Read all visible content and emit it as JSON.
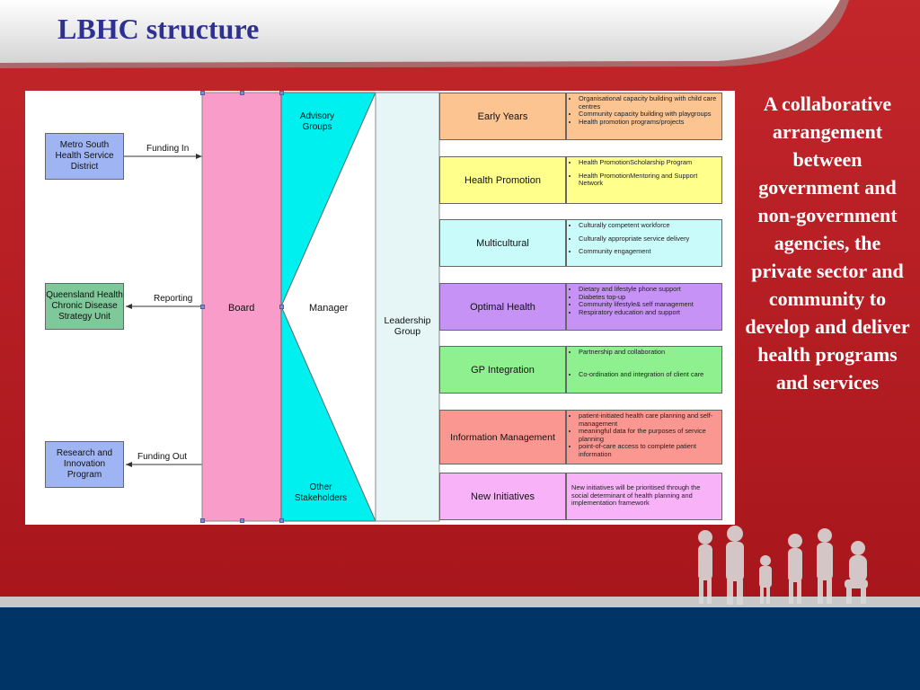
{
  "title": "LBHC structure",
  "side_text": "A collaborative arrangement between government and non-government agencies, the private sector and community to develop and deliver health programs and services",
  "colors": {
    "title": "#2e3192",
    "background_red": "#b71c22",
    "footer_blue": "#003366",
    "board": "#f99cc9",
    "manager_cyan": "#00f0f0"
  },
  "diagram": {
    "external": [
      {
        "label": "Metro South Health Service District",
        "arrow": "Funding In"
      },
      {
        "label": "Queensland Health Chronic Disease Strategy Unit",
        "arrow": "Reporting"
      },
      {
        "label": "Research and Innovation Program",
        "arrow": "Funding Out"
      }
    ],
    "board": "Board",
    "advisory": "Advisory Groups",
    "manager": "Manager",
    "other_stakeholders": "Other Stakeholders",
    "leadership": "Leadership Group",
    "programs": [
      {
        "name": "Early Years",
        "color": "#fbc491",
        "items": [
          "Organisational capacity building with child care centres",
          "Community capacity building with playgroups",
          "Health promotion programs/projects"
        ]
      },
      {
        "name": "Health Promotion",
        "color": "#ffff8c",
        "items": [
          "Health PromotionScholarship Program",
          "Health PromotionMentoring and Support Network"
        ]
      },
      {
        "name": "Multicultural",
        "color": "#c9fbfb",
        "items": [
          "Culturally competent workforce",
          "Culturally appropriate service delivery",
          "Community engagement"
        ]
      },
      {
        "name": "Optimal Health",
        "color": "#c792f5",
        "items": [
          "Dietary and lifestyle phone support",
          "Diabetes top-up",
          "Community lifestyle& self management",
          "Respiratory education and support"
        ]
      },
      {
        "name": "GP Integration",
        "color": "#8ef08e",
        "items": [
          "Partnership and collaboration",
          "Co-ordination and integration of client care"
        ]
      },
      {
        "name": "Information Management",
        "color": "#fa9791",
        "items": [
          "patient-initiated health care planning and self-management",
          "meaningful data for the purposes of service planning",
          "point-of-care access to complete patient information"
        ]
      },
      {
        "name": "New Initiatives",
        "color": "#f8b3f8",
        "text": "New initiatives will be prioritised through the social determinant of health planning and implementation framework"
      }
    ]
  }
}
